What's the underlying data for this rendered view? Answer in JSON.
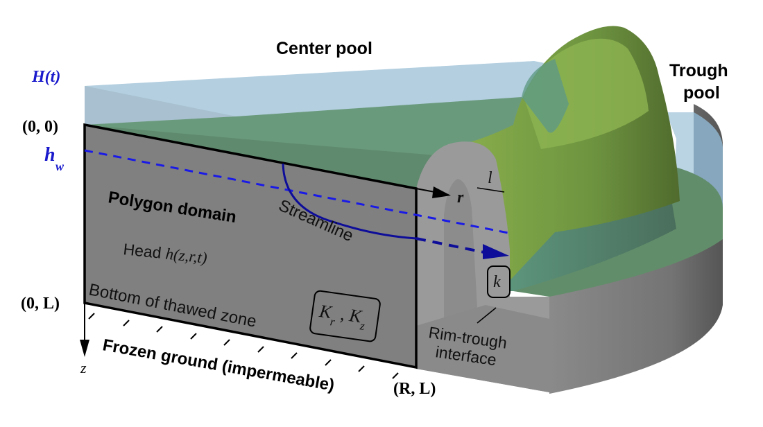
{
  "figure": {
    "labels": {
      "center_pool": "Center pool",
      "trough_pool_line1": "Trough",
      "trough_pool_line2": "pool",
      "H_t": "H(t)",
      "origin": "(0, 0)",
      "h_w_main": "h",
      "h_w_sub": "w",
      "zero_L": "(0, L)",
      "R_L": "(R, L)",
      "z_axis": "z",
      "r_axis": "r",
      "l_length": "l",
      "polygon_domain": "Polygon domain",
      "streamline": "Streamline",
      "head_prefix": "Head ",
      "head_expr": "h(z,r,t)",
      "bottom_thawed": "Bottom of thawed zone",
      "frozen_ground": "Frozen ground (impermeable)",
      "K_box_main1": "K",
      "K_box_sub1": "r",
      "K_box_sep": " , ",
      "K_box_main2": "K",
      "K_box_sub2": "z",
      "k_box": "k",
      "rim_trough_line1": "Rim-trough",
      "rim_trough_line2": "interface"
    },
    "colors": {
      "water_surface": "#b3cfe0",
      "water_side": "#a3bccb",
      "ground_top": "#6a9a7c",
      "rim_green": "#7da444",
      "rim_green_dark": "#5d7e35",
      "soil_front": "#808080",
      "soil_light": "#9a9a9a",
      "blue_line": "#1a1ae6",
      "streamline": "#0d0d99",
      "label_blue": "#1a1acc"
    }
  }
}
